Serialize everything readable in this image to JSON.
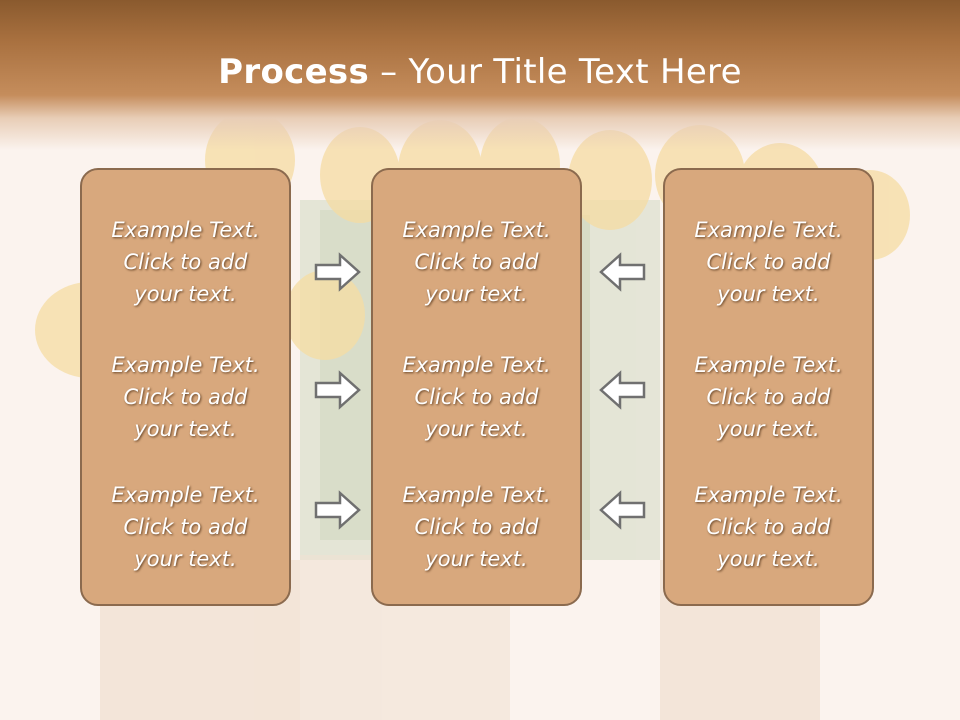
{
  "slide": {
    "title_bold": "Process",
    "title_rest": " – Your Title Text Here",
    "accent_color": "#d8a87d",
    "border_color": "#8b6a4e",
    "header_color": "#8a5a2e"
  },
  "panels": [
    {
      "items": [
        {
          "line1": "Example Text.",
          "line2": "Click  to add",
          "line3": "your text."
        },
        {
          "line1": "Example Text.",
          "line2": "Click  to add",
          "line3": "your text."
        },
        {
          "line1": "Example Text.",
          "line2": "Click  to add",
          "line3": "your text."
        }
      ]
    },
    {
      "items": [
        {
          "line1": "Example Text.",
          "line2": "Click  to add",
          "line3": "your text."
        },
        {
          "line1": "Example Text.",
          "line2": "Click  to add",
          "line3": "your text."
        },
        {
          "line1": "Example Text.",
          "line2": "Click  to add",
          "line3": "your text."
        }
      ]
    },
    {
      "items": [
        {
          "line1": "Example Text.",
          "line2": "Click  to add",
          "line3": "your text."
        },
        {
          "line1": "Example Text.",
          "line2": "Click  to add",
          "line3": "your text."
        },
        {
          "line1": "Example Text.",
          "line2": "Click  to add",
          "line3": "your text."
        }
      ]
    }
  ],
  "arrows": {
    "left_group": "arrow-right-icon",
    "right_group": "arrow-left-icon"
  }
}
